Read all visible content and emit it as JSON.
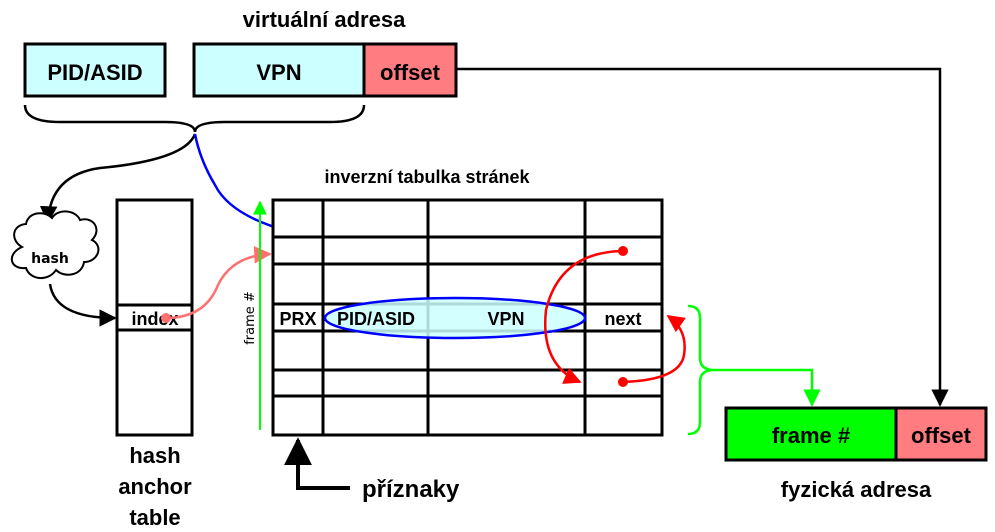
{
  "virtual_address": {
    "title": "virtuální adresa",
    "pid": "PID/ASID",
    "vpn": "VPN",
    "offset": "offset"
  },
  "hash": {
    "cloud": "hash",
    "index": "index",
    "anchor_label_1": "hash",
    "anchor_label_2": "anchor",
    "anchor_label_3": "table"
  },
  "inverse_table": {
    "title": "inverzní tabulka stránek",
    "frame_axis": "frame #",
    "cells": [
      "PRX",
      "PID/ASID",
      "VPN",
      "next"
    ],
    "flags": "příznaky"
  },
  "physical_address": {
    "title": "fyzická adresa",
    "frame": "frame #",
    "offset": "offset"
  },
  "colors": {
    "cyan": "#ccffff",
    "salmon": "#ff7c80",
    "green": "#00ff00",
    "blue": "#0000ff",
    "red": "#ff0000"
  }
}
